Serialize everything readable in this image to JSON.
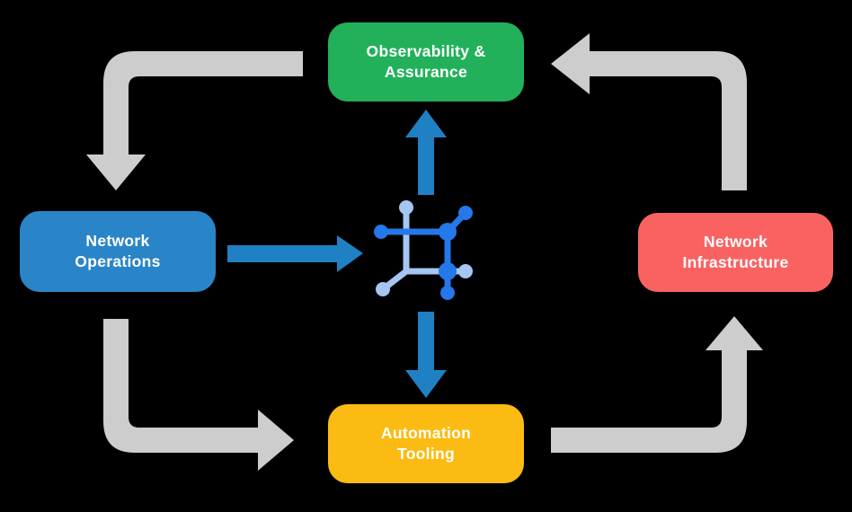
{
  "diagram": {
    "nodes": {
      "observability": {
        "label": "Observability &\nAssurance",
        "color": "#22B15A"
      },
      "operations": {
        "label": "Network\nOperations",
        "color": "#2A85C8"
      },
      "infrastructure": {
        "label": "Network\nInfrastructure",
        "color": "#FA6262"
      },
      "automation": {
        "label": "Automation\nTooling",
        "color": "#FBBB12"
      }
    },
    "center_icon": "network-nodes-icon",
    "edges": [
      {
        "from": "infrastructure",
        "to": "observability",
        "style": "gray-cycle"
      },
      {
        "from": "observability",
        "to": "operations",
        "style": "gray-cycle"
      },
      {
        "from": "operations",
        "to": "automation",
        "style": "gray-cycle"
      },
      {
        "from": "automation",
        "to": "infrastructure",
        "style": "gray-cycle"
      },
      {
        "from": "operations",
        "to": "center_icon",
        "style": "blue-flow"
      },
      {
        "from": "center_icon",
        "to": "observability",
        "style": "blue-flow"
      },
      {
        "from": "center_icon",
        "to": "automation",
        "style": "blue-flow"
      }
    ]
  },
  "colors": {
    "background": "#000000",
    "node_text": "#FFFFFF",
    "cycle_arrow": "#CDCDCD",
    "flow_arrow": "#1F81C4",
    "icon_dark": "#2478EA",
    "icon_light": "#A5C6F2"
  }
}
